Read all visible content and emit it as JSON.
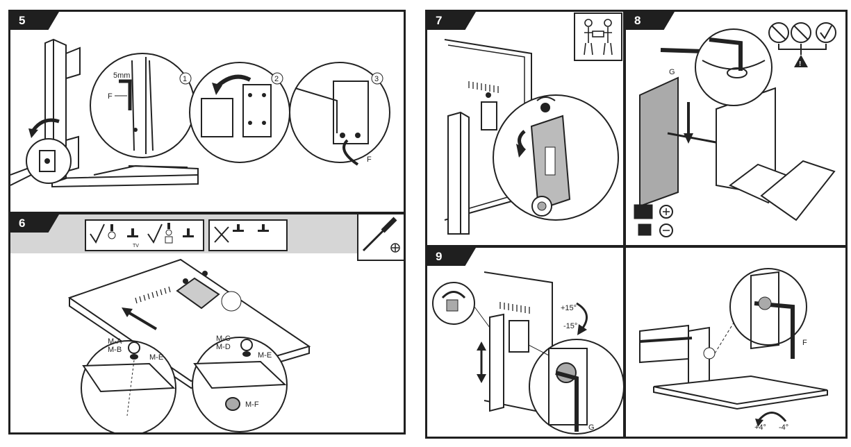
{
  "steps": {
    "s5": {
      "num": "5",
      "sub": [
        "1",
        "2",
        "3"
      ],
      "size": "5mm",
      "f": "F",
      "f2": "F"
    },
    "s6": {
      "num": "6",
      "tv": "TV",
      "ma": "M-A",
      "mb": "M-B",
      "me": "M-E",
      "mc": "M-C",
      "md": "M-D",
      "me2": "M-E",
      "mf": "M-F"
    },
    "s7": {
      "num": "7"
    },
    "s8": {
      "num": "8",
      "g": "G"
    },
    "s9": {
      "num": "9",
      "up": "+15°",
      "down": "-15°",
      "g": "G"
    },
    "s10": {
      "f": "F",
      "plus": "+4°",
      "minus": "-4°"
    }
  },
  "icons": [
    "rotate-icon",
    "arrow-icon",
    "screwdriver-icon",
    "two-people-icon",
    "no-tools-icon",
    "warning-icon",
    "check-icon",
    "cross-icon"
  ]
}
